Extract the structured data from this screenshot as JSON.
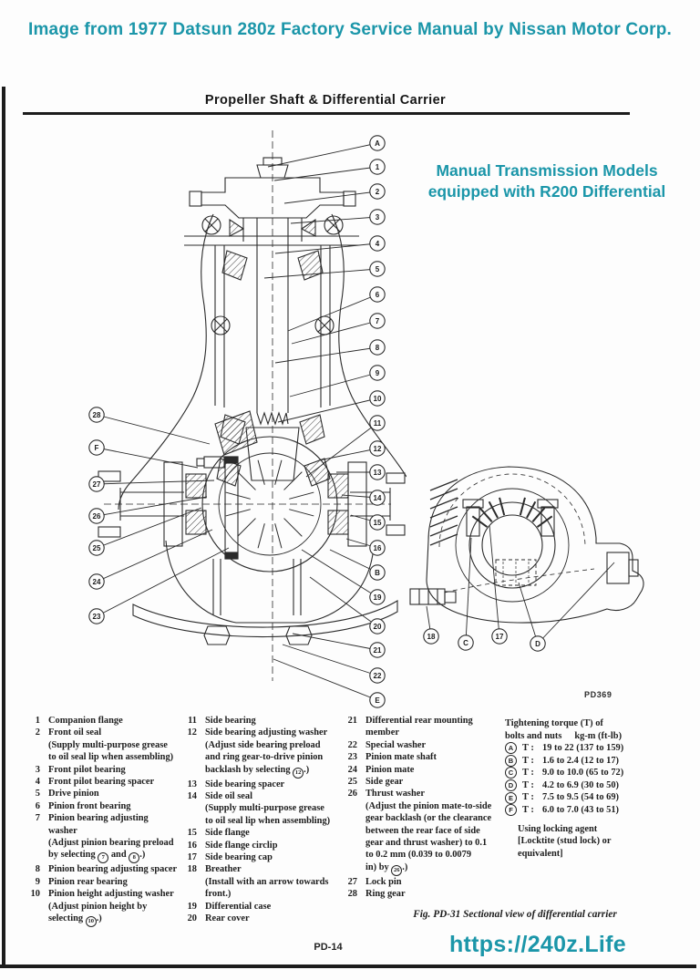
{
  "colors": {
    "teal": "#1b96a9",
    "ink": "#1f1f1f"
  },
  "header": {
    "credit": "Image from 1977 Datsun 280z Factory Service Manual by Nissan Motor Corp."
  },
  "doc": {
    "section_title": "Propeller Shaft & Differential Carrier",
    "annotation": {
      "line1": "Manual Transmission Models",
      "line2": "equipped with R200 Differential"
    },
    "figure_ref": "PD369",
    "figure_caption": "Fig. PD-31  Sectional view of differential carrier",
    "page_number": "PD-14",
    "watermark": "https://240z.Life"
  },
  "diagram": {
    "main_callouts_right": [
      "A",
      "1",
      "2",
      "3",
      "4",
      "5",
      "6",
      "7",
      "8",
      "9",
      "10",
      "11",
      "12",
      "13",
      "14",
      "15",
      "16",
      "B",
      "19",
      "20",
      "21",
      "22",
      "E"
    ],
    "main_callouts_left": [
      "28",
      "F",
      "27",
      "26",
      "25",
      "24",
      "23"
    ],
    "detail_callouts": [
      "18",
      "C",
      "17",
      "D"
    ]
  },
  "parts_list": {
    "columns": [
      [
        {
          "num": "1",
          "lines": [
            "Companion flange"
          ]
        },
        {
          "num": "2",
          "lines": [
            "Front oil seal",
            "(Supply multi-purpose grease",
            "to oil seal lip when assembling)"
          ]
        },
        {
          "num": "3",
          "lines": [
            "Front pilot bearing"
          ]
        },
        {
          "num": "4",
          "lines": [
            "Front pilot bearing spacer"
          ]
        },
        {
          "num": "5",
          "lines": [
            "Drive pinion"
          ]
        },
        {
          "num": "6",
          "lines": [
            "Pinion front bearing"
          ]
        },
        {
          "num": "7",
          "lines": [
            "Pinion bearing adjusting",
            "washer",
            "(Adjust pinion bearing preload",
            "by selecting {7} and {8}.)"
          ]
        },
        {
          "num": "8",
          "lines": [
            "Pinion bearing adjusting spacer"
          ]
        },
        {
          "num": "9",
          "lines": [
            "Pinion rear bearing"
          ]
        },
        {
          "num": "10",
          "lines": [
            "Pinion height adjusting washer",
            "(Adjust pinion height by",
            "selecting {10}.)"
          ]
        }
      ],
      [
        {
          "num": "11",
          "lines": [
            "Side bearing"
          ]
        },
        {
          "num": "12",
          "lines": [
            "Side bearing adjusting washer",
            "(Adjust side bearing preload",
            "and ring gear-to-drive pinion",
            "backlash by selecting {12}.)"
          ]
        },
        {
          "num": "13",
          "lines": [
            "Side bearing spacer"
          ]
        },
        {
          "num": "14",
          "lines": [
            "Side oil seal",
            "(Supply multi-purpose grease",
            "to oil seal lip when assembling)"
          ]
        },
        {
          "num": "15",
          "lines": [
            "Side flange"
          ]
        },
        {
          "num": "16",
          "lines": [
            "Side flange circlip"
          ]
        },
        {
          "num": "17",
          "lines": [
            "Side bearing cap"
          ]
        },
        {
          "num": "18",
          "lines": [
            "Breather",
            "(Install with an arrow towards",
            "front.)"
          ]
        },
        {
          "num": "19",
          "lines": [
            "Differential case"
          ]
        },
        {
          "num": "20",
          "lines": [
            "Rear cover"
          ]
        }
      ],
      [
        {
          "num": "21",
          "lines": [
            "Differential rear mounting",
            "member"
          ]
        },
        {
          "num": "22",
          "lines": [
            "Special washer"
          ]
        },
        {
          "num": "23",
          "lines": [
            "Pinion mate shaft"
          ]
        },
        {
          "num": "24",
          "lines": [
            "Pinion mate"
          ]
        },
        {
          "num": "25",
          "lines": [
            "Side gear"
          ]
        },
        {
          "num": "26",
          "lines": [
            "Thrust washer",
            "(Adjust the pinion mate-to-side",
            "gear backlash (or the clearance",
            "between the rear face of side",
            "gear and thrust washer) to 0.1",
            "to 0.2 mm (0.039 to 0.0079",
            "in) by {26}.)"
          ]
        },
        {
          "num": "27",
          "lines": [
            "Lock pin"
          ]
        },
        {
          "num": "28",
          "lines": [
            "Ring gear"
          ]
        }
      ]
    ]
  },
  "torque": {
    "heading_line1": "Tightening torque (T) of",
    "heading_units_left": "bolts and nuts",
    "heading_units_right": "kg-m (ft-lb)",
    "t_symbol": "T :",
    "rows": [
      {
        "label": "A",
        "value": "19 to 22 (137 to 159)"
      },
      {
        "label": "B",
        "value": "1.6 to 2.4 (12 to 17)"
      },
      {
        "label": "C",
        "value": "9.0 to 10.0 (65 to 72)"
      },
      {
        "label": "D",
        "value": "4.2 to 6.9 (30 to 50)"
      },
      {
        "label": "E",
        "value": "7.5 to 9.5 (54 to 69)"
      },
      {
        "label": "F",
        "value": "6.0 to 7.0 (43 to 51)"
      }
    ],
    "note_lines": [
      "Using locking agent",
      "[Locktite (stud lock) or",
      "equivalent]"
    ]
  }
}
